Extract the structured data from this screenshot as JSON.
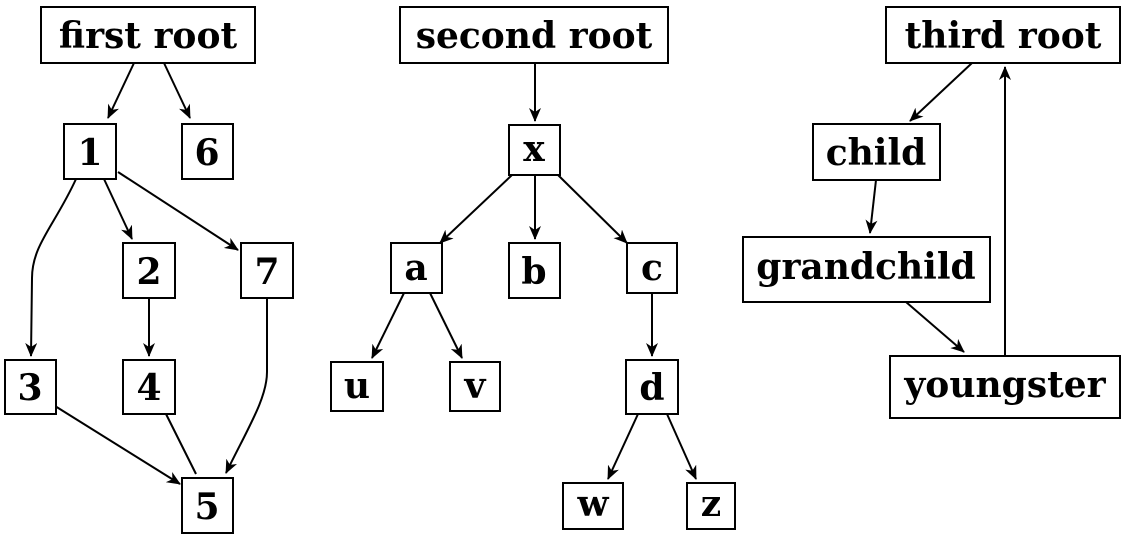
{
  "diagram": {
    "nodes": {
      "first_root": "first root",
      "n1": "1",
      "n6": "6",
      "n2": "2",
      "n7": "7",
      "n3": "3",
      "n4": "4",
      "n5": "5",
      "second_root": "second root",
      "x": "x",
      "a": "a",
      "b": "b",
      "c": "c",
      "u": "u",
      "v": "v",
      "d": "d",
      "w": "w",
      "z": "z",
      "third_root": "third root",
      "child": "child",
      "grandchild": "grandchild",
      "youngster": "youngster"
    },
    "edges": [
      [
        "first_root",
        "n1"
      ],
      [
        "first_root",
        "n6"
      ],
      [
        "n1",
        "n2"
      ],
      [
        "n1",
        "n7"
      ],
      [
        "n1",
        "n3"
      ],
      [
        "n2",
        "n4"
      ],
      [
        "n3",
        "n5"
      ],
      [
        "n4",
        "n5"
      ],
      [
        "n7",
        "n5"
      ],
      [
        "second_root",
        "x"
      ],
      [
        "x",
        "a"
      ],
      [
        "x",
        "b"
      ],
      [
        "x",
        "c"
      ],
      [
        "a",
        "u"
      ],
      [
        "a",
        "v"
      ],
      [
        "c",
        "d"
      ],
      [
        "d",
        "w"
      ],
      [
        "d",
        "z"
      ],
      [
        "third_root",
        "child"
      ],
      [
        "child",
        "grandchild"
      ],
      [
        "grandchild",
        "youngster"
      ],
      [
        "youngster",
        "third_root"
      ]
    ]
  }
}
